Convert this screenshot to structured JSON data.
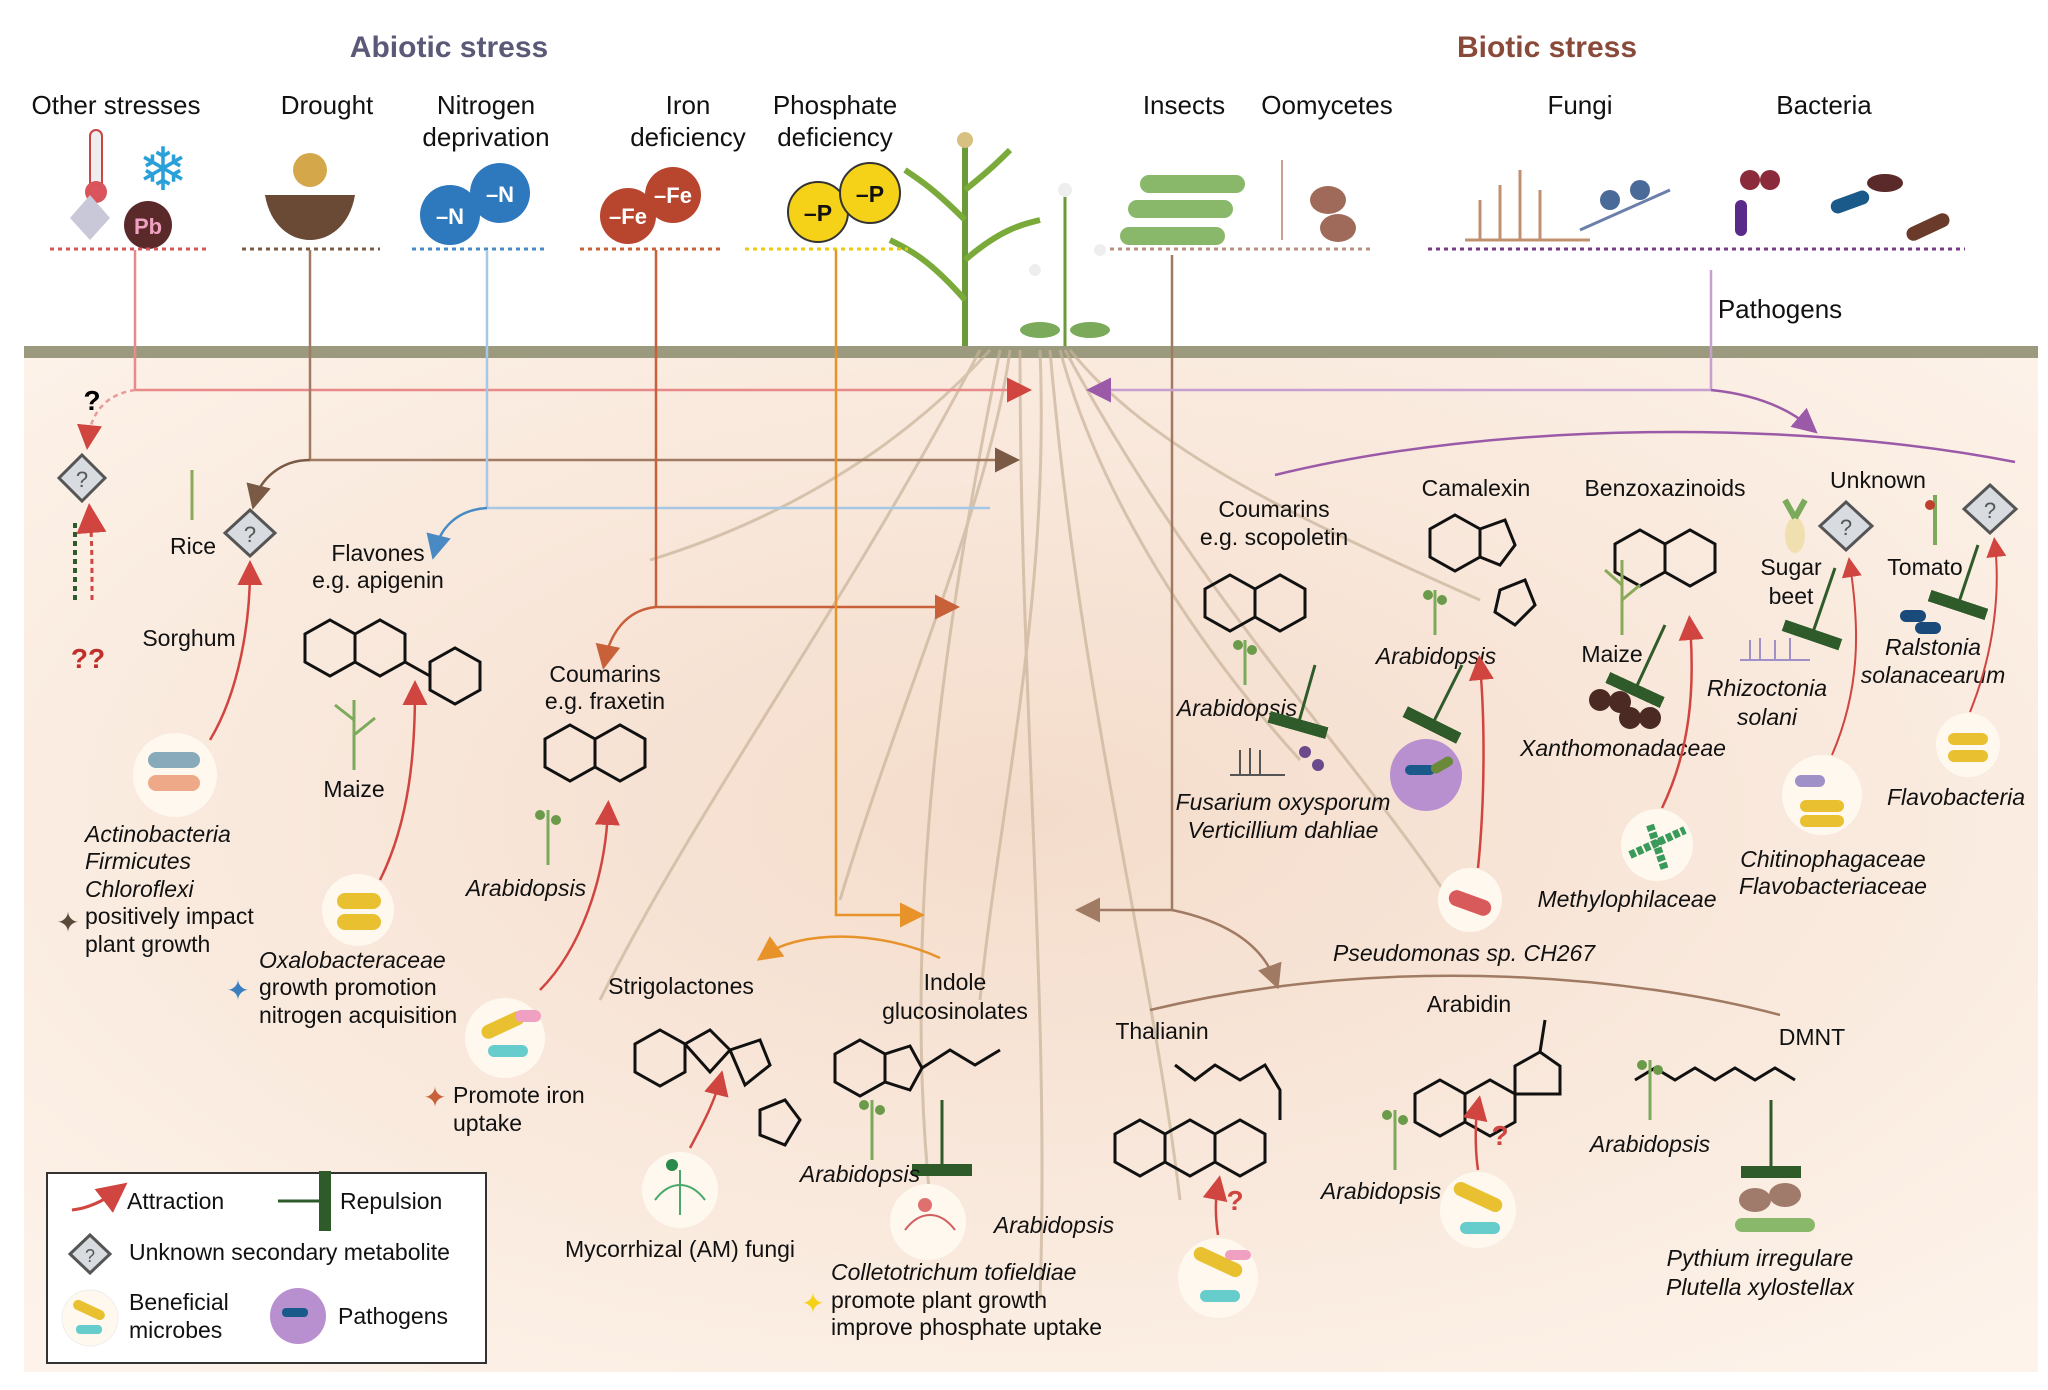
{
  "headings": {
    "abiotic": "Abiotic stress",
    "biotic": "Biotic stress"
  },
  "stresses": {
    "other": "Other stresses",
    "other_badge": "Pb",
    "drought": "Drought",
    "nitrogen": [
      "Nitrogen",
      "deprivation"
    ],
    "nitrogen_badge": "–N",
    "iron": [
      "Iron",
      "deficiency"
    ],
    "iron_badge": "–Fe",
    "phosphate": [
      "Phosphate",
      "deficiency"
    ],
    "phosphate_badge": "–P",
    "insects": "Insects",
    "oomycetes": "Oomycetes",
    "fungi": "Fungi",
    "bacteria": "Bacteria",
    "pathogens": "Pathogens"
  },
  "left": {
    "question": "?",
    "double_question": "??",
    "rice": "Rice",
    "sorghum": "Sorghum",
    "flavones": [
      "Flavones",
      "e.g. apigenin"
    ],
    "maize": "Maize",
    "coumarins_fraxetin": [
      "Coumarins",
      "e.g. fraxetin"
    ],
    "arabidopsis": "Arabidopsis",
    "actino": [
      "Actinobacteria",
      "Firmicutes",
      "Chloroflexi"
    ],
    "actino_note": [
      "positively impact",
      "plant growth"
    ],
    "oxalo": "Oxalobacteraceae",
    "oxalo_note": [
      "growth promotion",
      "nitrogen acquisition"
    ],
    "iron_note": [
      "Promote iron",
      "uptake"
    ]
  },
  "middle": {
    "strigolactones": "Strigolactones",
    "indole": [
      "Indole",
      "glucosinolates"
    ],
    "arabidopsis1": "Arabidopsis",
    "arabidopsis2": "Arabidopsis",
    "amf": "Mycorrhizal (AM) fungi",
    "colleto": "Colletotrichum tofieldiae",
    "colleto_note": [
      "promote plant growth",
      "improve phosphate uptake"
    ],
    "thalianin": "Thalianin",
    "arabidin": "Arabidin",
    "dmnt": "DMNT",
    "arabidopsis3": "Arabidopsis",
    "arabidopsis4": "Arabidopsis",
    "pythium": "Pythium irregulare",
    "plutella": "Plutella xylostellax",
    "q1": "?",
    "q2": "?"
  },
  "right": {
    "coumarins_scop": [
      "Coumarins",
      "e.g. scopoletin"
    ],
    "arabidopsis_a": "Arabidopsis",
    "fusarium": "Fusarium oxysporum",
    "verticillium": "Verticillium dahliae",
    "camalexin": "Camalexin",
    "arabidopsis_b": "Arabidopsis",
    "pseudomonas": "Pseudomonas sp. CH267",
    "benzox": "Benzoxazinoids",
    "maize": "Maize",
    "xantho": "Xanthomonadaceae",
    "methylo": "Methylophilaceae",
    "unknown": "Unknown",
    "sugarbeet": [
      "Sugar",
      "beet"
    ],
    "tomato": "Tomato",
    "rhizoctonia": [
      "Rhizoctonia",
      "solani"
    ],
    "ralstonia": [
      "Ralstonia",
      "solanacearum"
    ],
    "flavobacteria": "Flavobacteria",
    "chitino": [
      "Chitinophagaceae",
      "Flavobacteriaceae"
    ]
  },
  "legend": {
    "attraction": "Attraction",
    "repulsion": "Repulsion",
    "unknown_metabolite": "Unknown secondary metabolite",
    "beneficial": [
      "Beneficial",
      "microbes"
    ],
    "pathogens": "Pathogens"
  },
  "colors": {
    "abiotic": "#5a5a78",
    "biotic": "#8a4a3a",
    "ground": "#9b9a7e",
    "soil": "#fbeadf",
    "other": "#d9545b",
    "drought": "#7a5a44",
    "nitrogen": "#4a8ac4",
    "iron": "#c8603a",
    "phosphate": "#e8922a",
    "biotic_line": "#9b5aa8",
    "attraction": "#d0453f",
    "repulsion": "#2f5a2a",
    "flavones": "#3c7fbf",
    "coumarins_fraxetin": "#c8603a",
    "strigolactones": "#e8922a",
    "biotic_label": "#a86aa8",
    "terpene_label": "#a08070"
  }
}
